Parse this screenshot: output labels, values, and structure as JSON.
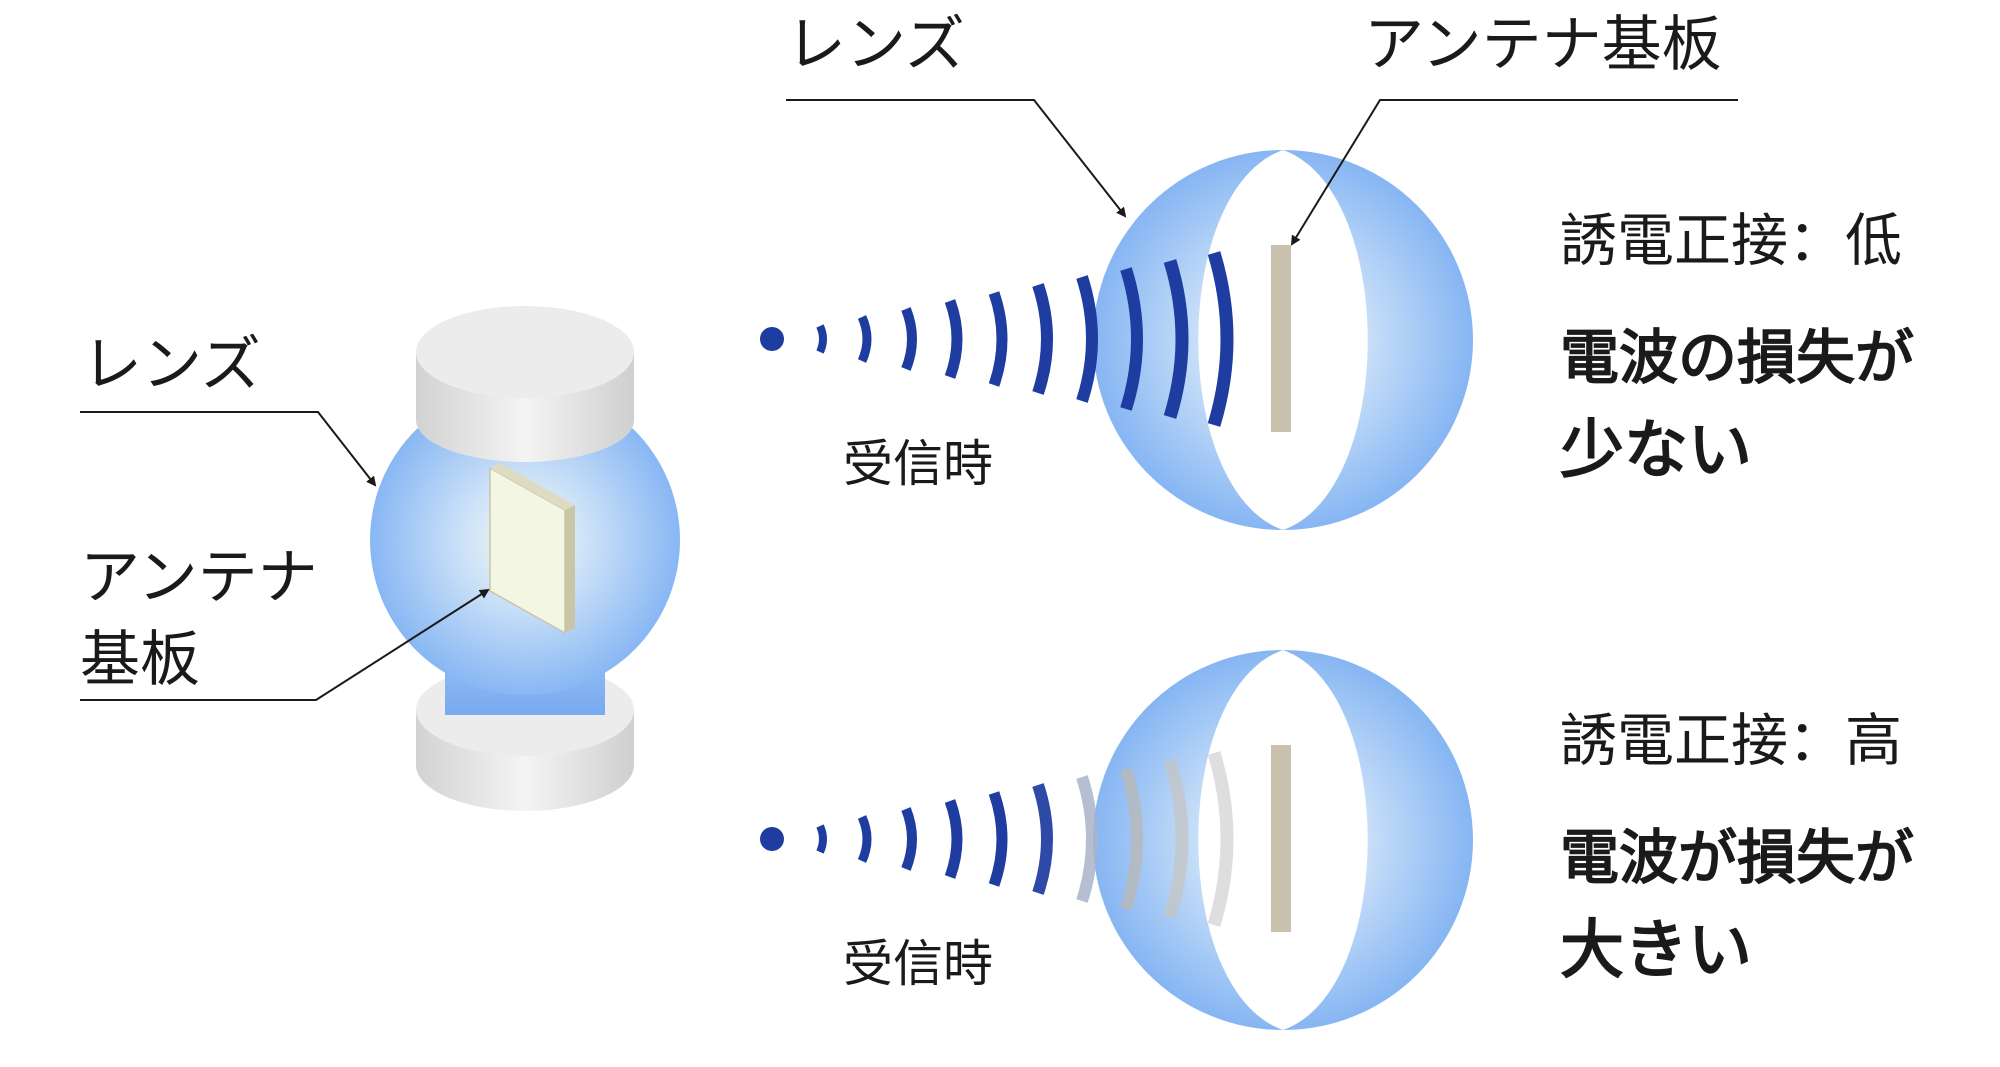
{
  "labels": {
    "lens_left": "レンズ",
    "antenna_left_line1": "アンテナ",
    "antenna_left_line2": "基板",
    "lens_top": "レンズ",
    "antenna_top": "アンテナ基板",
    "receive_top": "受信時",
    "receive_bottom": "受信時",
    "dielectric_low": "誘電正接：低",
    "dielectric_high": "誘電正接：高",
    "result_low_line1": "電波の損失が",
    "result_low_line2": "少ない",
    "result_high_line1": "電波が損失が",
    "result_high_line2": "大きい"
  },
  "colors": {
    "wave_blue": "#1f3da0",
    "wave_faded": "#c4c4c4",
    "lens_blue": "#7aaef2",
    "lens_glow": "#eef8ef",
    "cap_gray": "#e6e6e6",
    "substrate": "#c9c1ad"
  }
}
